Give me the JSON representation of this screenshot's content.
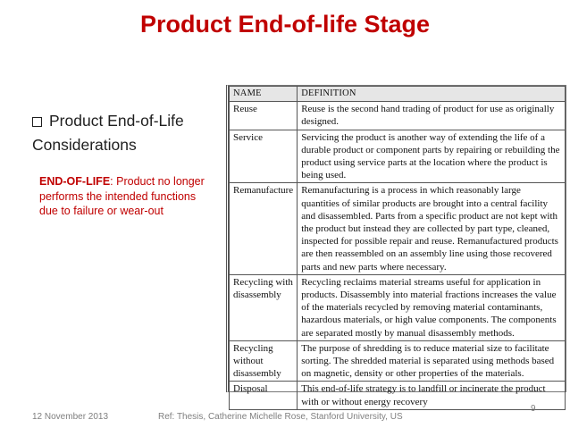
{
  "title": "Product End-of-life Stage",
  "bullet": {
    "line1": "Product End-of-Life",
    "line2": "Considerations",
    "icon": "checkbox-bullet-icon"
  },
  "definition": {
    "term": "END-OF-LIFE",
    "text": ": Product no longer performs the intended functions due to failure or wear-out"
  },
  "table": {
    "headers": [
      "NAME",
      "DEFINITION"
    ],
    "rows": [
      {
        "name": "Reuse",
        "definition": "Reuse is the second hand trading of product for use as originally designed."
      },
      {
        "name": "Service",
        "definition": "Servicing the product is another way of extending the life of a durable product or component parts by repairing or rebuilding the product using service parts at the location where the product is being used."
      },
      {
        "name": "Remanufacture",
        "definition": "Remanufacturing is a process in which reasonably large quantities of similar products are brought into a central facility and disassembled. Parts from a specific product are not kept with the product but instead they are collected by part type, cleaned, inspected for possible repair and reuse. Remanufactured products are then reassembled on an assembly line using those recovered parts and new parts where necessary."
      },
      {
        "name": "Recycling with disassembly",
        "definition": "Recycling reclaims material streams useful for application in products. Disassembly into material fractions increases the value of the materials recycled by removing material contaminants, hazardous materials, or high value components. The components are separated mostly by manual disassembly methods."
      },
      {
        "name": "Recycling without disassembly",
        "definition": "The purpose of shredding is to reduce material size to facilitate sorting. The shredded material is separated using methods based on magnetic, density or other properties of the materials."
      },
      {
        "name": "Disposal",
        "definition": "This end-of-life strategy is to landfill or incinerate the product with or without energy recovery"
      }
    ]
  },
  "footer": {
    "date": "12 November 2013",
    "ref": "Ref: Thesis, Catherine Michelle Rose, Stanford University, US",
    "page": "9"
  },
  "colors": {
    "title": "#c00000",
    "definition": "#c00000",
    "footer": "#7f7f7f"
  }
}
